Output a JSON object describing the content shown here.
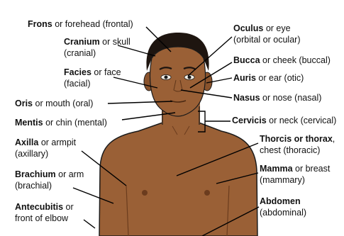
{
  "labels": {
    "frons": {
      "term": "Frons",
      "rest": " or forehead (frontal)"
    },
    "cranium": {
      "term": "Cranium",
      "rest": " or skull",
      "line2": "(cranial)"
    },
    "facies": {
      "term": "Facies",
      "rest": " or face",
      "line2": "(facial)"
    },
    "oris": {
      "term": "Oris",
      "rest": " or mouth (oral)"
    },
    "mentis": {
      "term": "Mentis",
      "rest": " or chin (mental)"
    },
    "axilla": {
      "term": "Axilla",
      "rest": " or armpit",
      "line2": "(axillary)"
    },
    "brachium": {
      "term": "Brachium",
      "rest": " or arm",
      "line2": "(brachial)"
    },
    "antecubitis": {
      "term": "Antecubitis",
      "rest": " or",
      "line2": "front of elbow"
    },
    "oculus": {
      "term": "Oculus",
      "rest": " or eye",
      "line2": "(orbital or ocular)"
    },
    "bucca": {
      "term": "Bucca",
      "rest": " or cheek (buccal)"
    },
    "auris": {
      "term": "Auris",
      "rest": " or ear (otic)"
    },
    "nasus": {
      "term": "Nasus",
      "rest": " or nose (nasal)"
    },
    "cervicis": {
      "term": "Cervicis",
      "rest": " or neck (cervical)"
    },
    "thorax": {
      "term": "Thorcis or thorax",
      "rest": ",",
      "line2": "chest (thoracic)"
    },
    "mamma": {
      "term": "Mamma",
      "rest": " or breast",
      "line2": "(mammary)"
    },
    "abdomen": {
      "term": "Abdomen",
      "rest": "",
      "line2": "(abdominal)"
    }
  },
  "colors": {
    "skin": "#9a6036",
    "skin_dark": "#7d4a28",
    "hair": "#1e1510",
    "outline": "#1a1a1a",
    "leader": "#000000"
  }
}
